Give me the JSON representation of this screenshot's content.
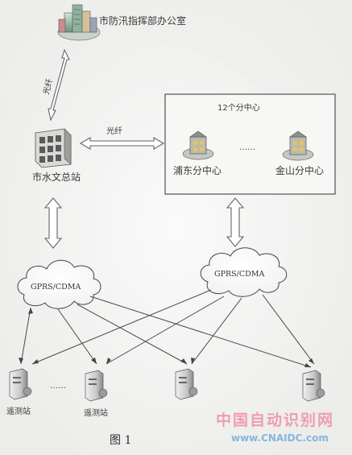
{
  "nodes": {
    "hq": "市防汛指挥部办公室",
    "hydro_station": "市水文总站",
    "subcenter_box_title": "12个分中心",
    "subcenter_left": "浦东分中心",
    "subcenter_right": "金山分中心",
    "subcenter_ellipsis": "……",
    "cloud_left": "GPRS/CDMA",
    "cloud_right": "GPRS/CDMA",
    "remote_1": "遥测站",
    "remote_2": "遥测站",
    "remote_ellipsis": "……"
  },
  "links": {
    "fiber_vertical": "光纤",
    "fiber_horizontal": "光纤"
  },
  "caption": "图 1",
  "watermark": {
    "cn": "中国自动识别网",
    "url": "www.CNAIDC.com"
  },
  "icons": {
    "hq": "building-icon",
    "station": "station-building-icon",
    "subcenter": "office-building-icon",
    "remote": "server-tower-icon",
    "network": "cloud-icon"
  }
}
